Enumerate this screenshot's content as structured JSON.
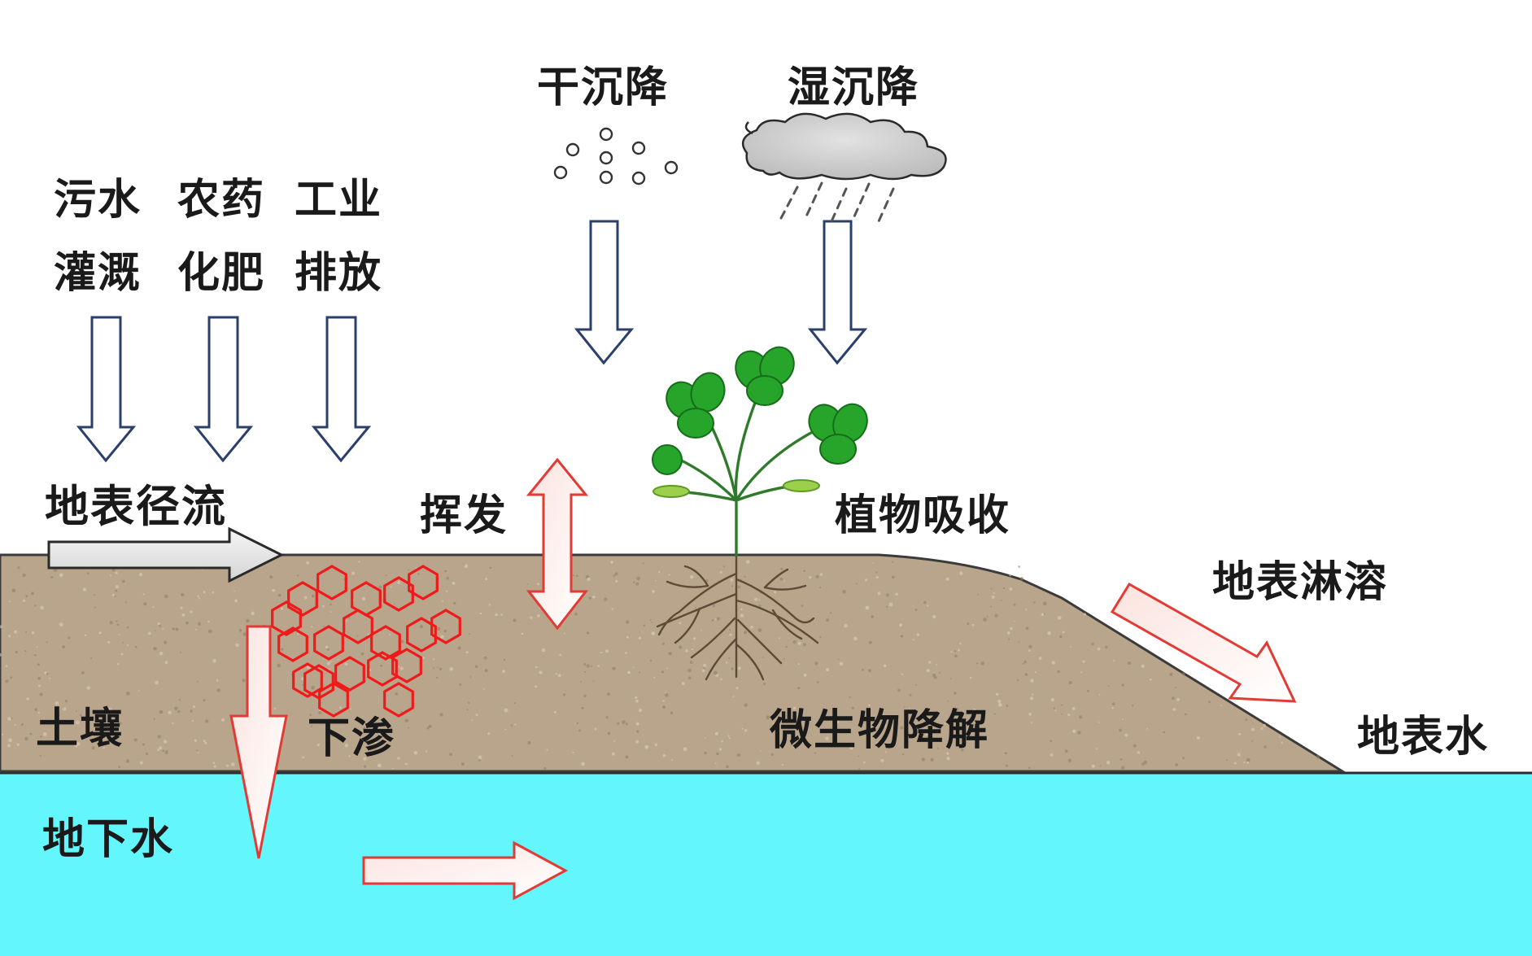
{
  "labels": {
    "dry_deposition": "干沉降",
    "wet_deposition": "湿沉降",
    "sewage": "污水",
    "irrigation": "灌溉",
    "pesticide": "农药",
    "fertilizer": "化肥",
    "industry": "工业",
    "discharge": "排放",
    "surface_runoff": "地表径流",
    "volatilization": "挥发",
    "plant_uptake": "植物吸收",
    "surface_leaching": "地表淋溶",
    "soil": "土壤",
    "infiltration": "下渗",
    "microbial_degradation": "微生物降解",
    "surface_water": "地表水",
    "groundwater": "地下水"
  },
  "colors": {
    "soil": "#b9a58c",
    "groundwater": "#63f6fc",
    "input_arrow_stroke": "#2b3f6b",
    "process_arrow_stroke": "#e23b36",
    "pollutant_ring": "#f01a1a",
    "leaf": "#27a52a",
    "cloud": "#c9c9c9"
  },
  "icons": [
    "dry-particle-icon",
    "rain-cloud-icon",
    "plant-icon",
    "pollutant-ring-icon"
  ]
}
